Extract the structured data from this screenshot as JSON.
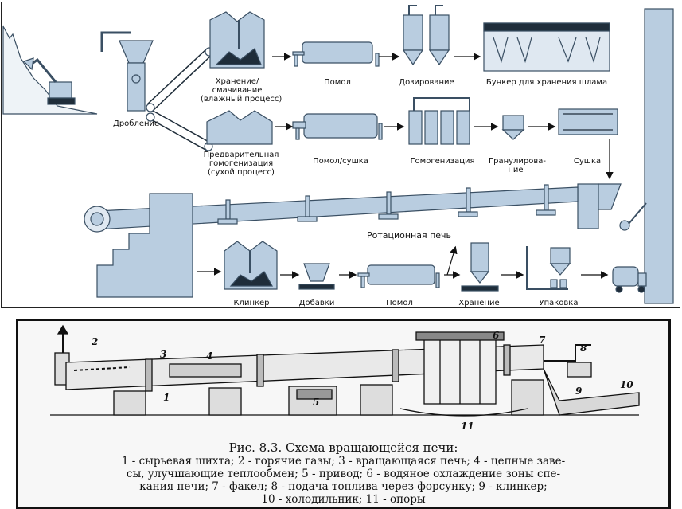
{
  "process_labels": {
    "crushing": "Дробление",
    "storage_line1": "Хранение/",
    "storage_line2": "смачивание",
    "storage_line3": "(влажный процесс)",
    "grinding": "Помол",
    "dosing": "Дозирование",
    "slurry_bunker": "Бункер для хранения шлама",
    "prehomog_line1": "Предварительная",
    "prehomog_line2": "гомогенизация",
    "prehomog_line3": "(сухой процесс)",
    "grinding_drying": "Помол/сушка",
    "homogenization": "Гомогенизация",
    "granulation_line1": "Гранулирова-",
    "granulation_line2": "ние",
    "drying": "Сушка",
    "rotary_kiln": "Ротационная печь",
    "clinker": "Клинкер",
    "additives": "Добавки",
    "grinding2": "Помол",
    "storage": "Хранение",
    "packing": "Упаковка"
  },
  "kiln_diagram": {
    "numbers": [
      "1",
      "2",
      "3",
      "4",
      "5",
      "6",
      "7",
      "8",
      "9",
      "10",
      "11"
    ],
    "caption_title": "Рис. 8.3. Схема вращающейся печи:",
    "caption_lines": [
      "1 - сырьевая шихта; 2 - горячие газы; 3 - вращающаяся печь; 4 - цепные заве-",
      "сы, улучшающие теплообмен; 5 - привод; 6 - водяное охлаждение зоны спе-",
      "кания печи; 7 - факел; 8 - подача топлива через форсунку; 9 - клинкер;",
      "10 - холодильник; 11 - опоры"
    ]
  },
  "colors": {
    "equipment_fill": "#b9cde0",
    "equipment_stroke": "#3a4f63",
    "dark": "#1f2d3a"
  }
}
